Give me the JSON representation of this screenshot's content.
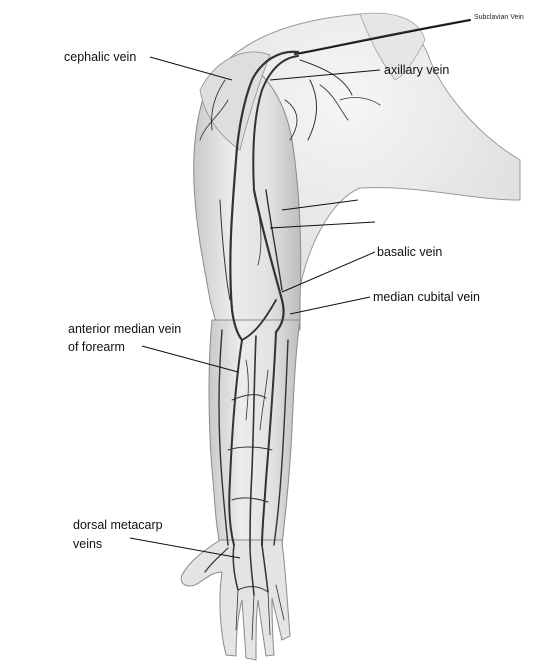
{
  "labels": {
    "subclavian_vein": "Subclavian Vein",
    "cephalic_vein": "cephalic vein",
    "axillary_vein": "axillary vein",
    "basalic_vein": "basalic vein",
    "median_cubital_vein": "median cubital vein",
    "anterior_median_vein_line1": "anterior median vein",
    "anterior_median_vein_line2": "of forearm",
    "dorsal_metacarp_line1": "dorsal metacarp",
    "dorsal_metacarp_line2": "veins"
  },
  "colors": {
    "background": "#ffffff",
    "skin_light": "#efefef",
    "skin_shade": "#d4d4d4",
    "skin_outline": "#8a8a8a",
    "vein": "#333333",
    "leader": "#111111"
  }
}
